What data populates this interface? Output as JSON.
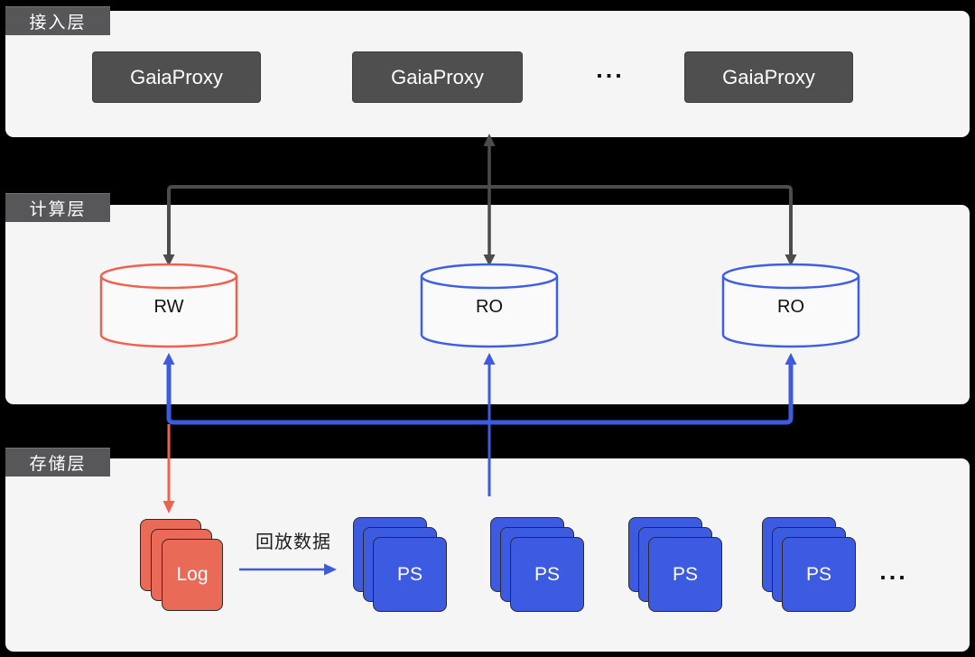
{
  "colors": {
    "background": "#000000",
    "band": "#f5f5f6",
    "tab": "#57575a",
    "proxy_box": "#4f4f50",
    "dark_connector": "#4c4c4c",
    "red": "#f0604c",
    "red_card": "#e96a57",
    "blue": "#3d5be0"
  },
  "layers": {
    "access": {
      "label": "接入层"
    },
    "compute": {
      "label": "计算层"
    },
    "storage": {
      "label": "存储层"
    }
  },
  "access": {
    "proxies": [
      {
        "label": "GaiaProxy"
      },
      {
        "label": "GaiaProxy"
      },
      {
        "label": "GaiaProxy"
      }
    ],
    "ellipsis": "..."
  },
  "compute": {
    "nodes": [
      {
        "label": "RW",
        "role": "read-write-db",
        "color": "#f0604c"
      },
      {
        "label": "RO",
        "role": "read-only-db",
        "color": "#3e5ee3"
      },
      {
        "label": "RO",
        "role": "read-only-db",
        "color": "#3e5ee3"
      }
    ]
  },
  "storage": {
    "log": {
      "label": "Log"
    },
    "replay_arrow_label": "回放数据",
    "ps_stacks": [
      {
        "label": "PS"
      },
      {
        "label": "PS"
      },
      {
        "label": "PS"
      },
      {
        "label": "PS"
      }
    ],
    "ellipsis": "..."
  }
}
